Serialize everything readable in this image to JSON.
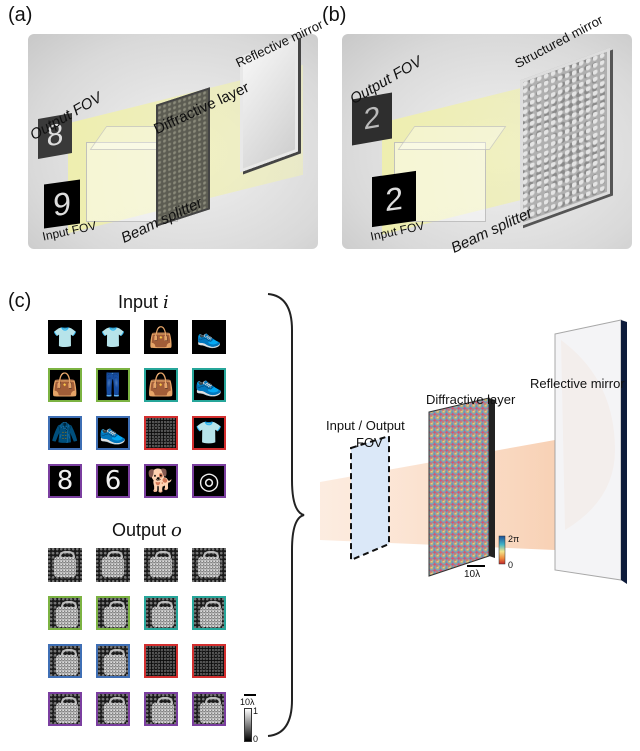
{
  "panels": {
    "a": {
      "label": "(a)",
      "output_fov": "Output FOV",
      "input_fov": "Input FOV",
      "diffractive_layer": "Diffractive layer",
      "reflective_mirror": "Reflective mirror",
      "beam_splitter": "Beam splitter",
      "output_digit": "8",
      "input_digit": "9"
    },
    "b": {
      "label": "(b)",
      "output_fov": "Output FOV",
      "input_fov": "Input FOV",
      "structured_mirror": "Structured mirror",
      "beam_splitter": "Beam splitter",
      "output_digit": "2",
      "input_digit": "2"
    },
    "c": {
      "label": "(c)",
      "input_title": "Input ",
      "input_var": "i",
      "output_title": "Output ",
      "output_var": "o",
      "input_output_fov_line1": "Input / Output",
      "input_output_fov_line2": "FOV",
      "diffractive_layer": "Diffractive layer",
      "reflective_mirror": "Reflective mirror",
      "phase_max": "2π",
      "phase_min": "0",
      "scale_bar": "10λ",
      "output_scale_bar": "10λ",
      "intensity_max": "1",
      "intensity_min": "0",
      "row_colors": [
        "#000000",
        "#7cb342",
        "#26a69a",
        "#3f6fb5",
        "#d32f2f",
        "#7b3fa0"
      ],
      "input_rows": [
        {
          "border": "none",
          "items": [
            "shirt",
            "tshirt",
            "bag",
            "sneaker"
          ]
        },
        {
          "border": "mixed",
          "items": [
            "bag",
            "trouser",
            "bag",
            "sneaker"
          ]
        },
        {
          "border": "mixed",
          "items": [
            "coat",
            "sneaker",
            "noise",
            "tshirt"
          ]
        },
        {
          "border": "purple",
          "items": [
            "8",
            "6",
            "dog",
            "ring"
          ]
        }
      ]
    }
  }
}
